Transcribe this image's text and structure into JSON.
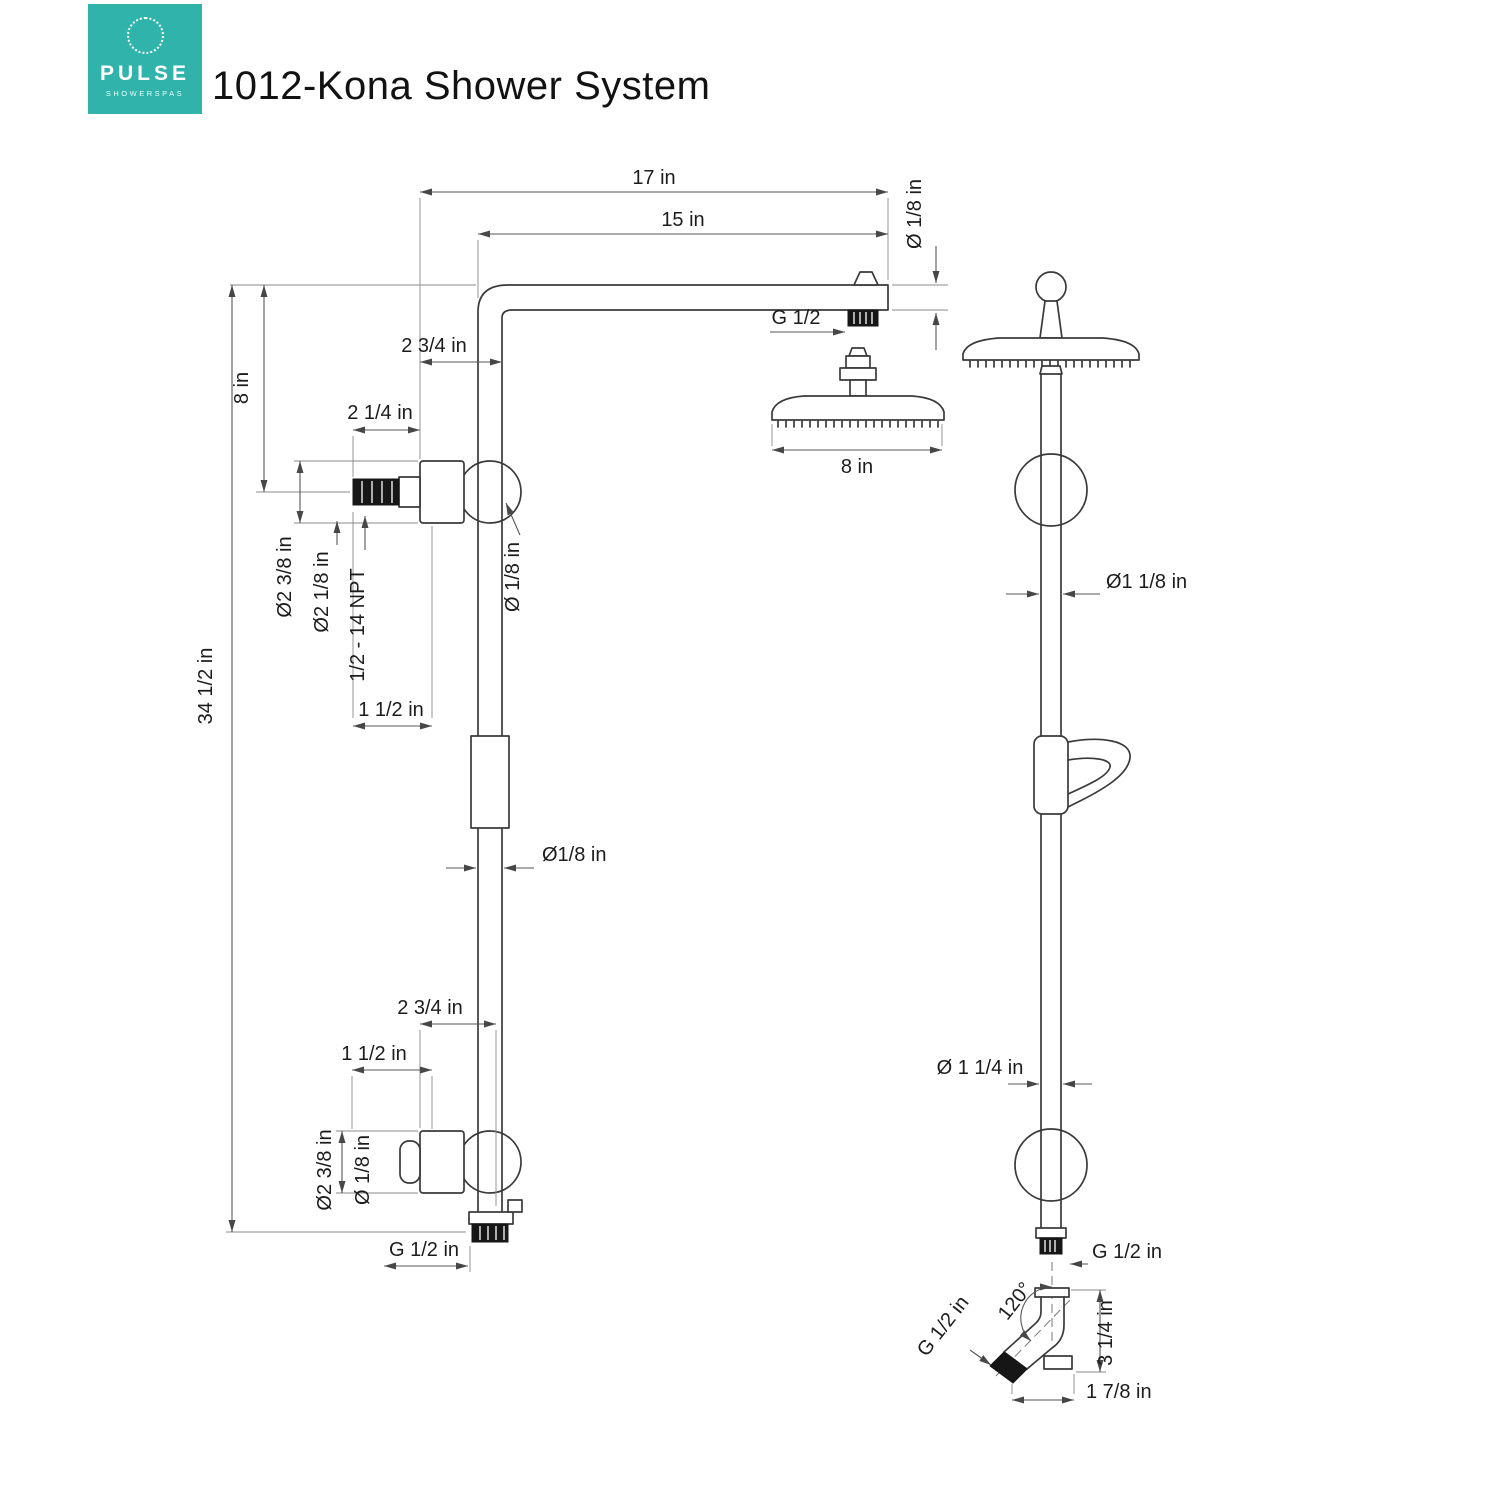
{
  "header": {
    "logo": {
      "brand": "PULSE",
      "subtitle": "SHOWERSPAS",
      "bg_color": "#2fb3ab"
    },
    "title": "1012-Kona Shower System"
  },
  "colors": {
    "accent_teal": "#2fb3ab",
    "drawing_line": "#3a3a3a",
    "dimension_line": "#565656",
    "thread_fill": "#161616"
  },
  "labels": {
    "arm_length_overall": "17 in",
    "arm_length": "15 in",
    "arm_diameter": "Ø 1/8 in",
    "head_connection": "G 1/2",
    "offset_top": "2 3/4 in",
    "drop_height": "8 in",
    "nipple_length": "2 1/4 in",
    "mount_diameter_top": "Ø2 3/8 in",
    "collar_diameter_top": "Ø2 1/8 in",
    "npt_thread": "1/2 - 14 NPT",
    "pipe_diameter_top": "Ø 1/8 in",
    "mount_depth_top": "1 1/2 in",
    "head_diameter": "8 in",
    "overall_height": "34 1/2 in",
    "pipe_diameter_mid": "Ø1/8 in",
    "pipe_diameter_side": "Ø1 1/8 in",
    "offset_bottom": "2 3/4 in",
    "mount_depth_bottom": "1 1/2 in",
    "mount_diameter_bottom": "Ø2 3/8 in",
    "pipe_diameter_bottom": "Ø 1/8 in",
    "outlet_connection_front": "G 1/2 in",
    "pipe_diameter_side_bottom": "Ø 1 1/4 in",
    "outlet_connection_side": "G 1/2 in",
    "elbow_connection": "G 1/2 in",
    "elbow_angle": "120°",
    "elbow_height": "3 1/4 in",
    "elbow_width": "1 7/8 in"
  }
}
